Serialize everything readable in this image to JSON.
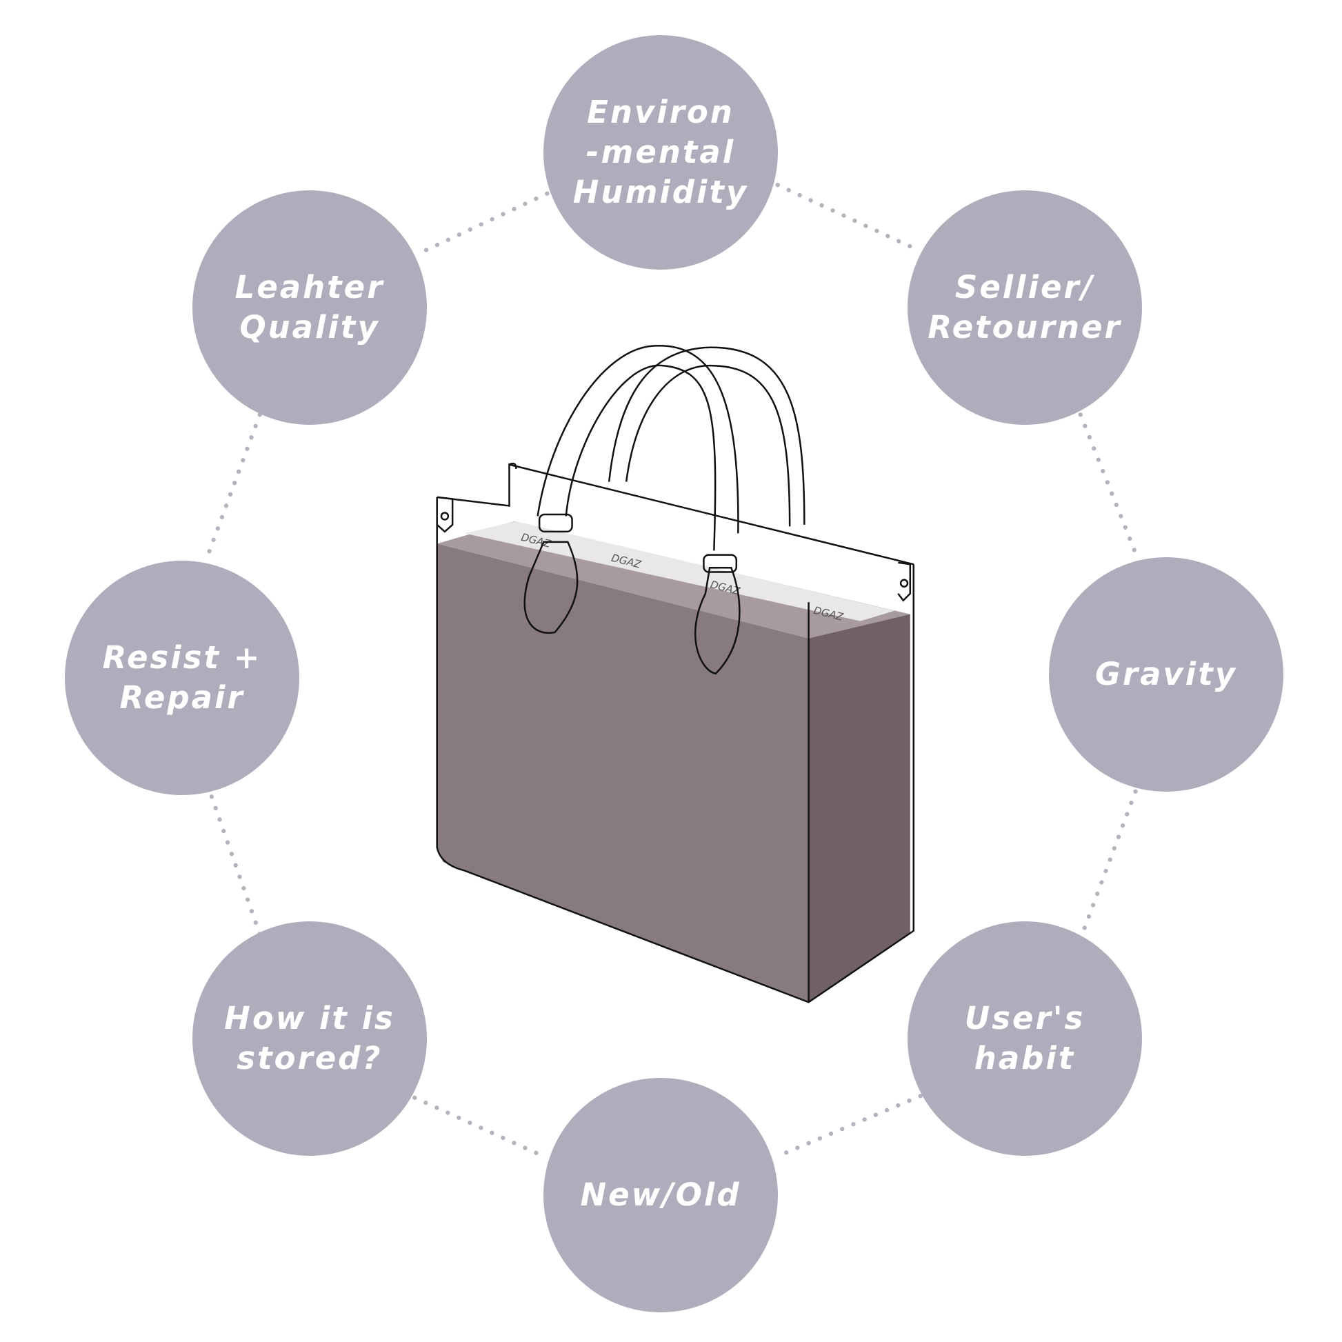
{
  "factors": [
    {
      "id": "environmental-humidity",
      "label": "Environ\n-mental\nHumidity"
    },
    {
      "id": "leather-quality",
      "label": "Leahter\nQuality"
    },
    {
      "id": "sellier-retourner",
      "label": "Sellier/\nRetourner"
    },
    {
      "id": "resist-repair",
      "label": "Resist +\nRepair"
    },
    {
      "id": "gravity",
      "label": "Gravity"
    },
    {
      "id": "how-stored",
      "label": "How it is\nstored?"
    },
    {
      "id": "users-habit",
      "label": "User's\nhabit"
    },
    {
      "id": "new-old",
      "label": "New/Old"
    }
  ],
  "bag": {
    "brand": "DGAZ"
  },
  "colors": {
    "circle": "#afadbb",
    "bag_front": "#877b7f",
    "bag_side": "#6f6165",
    "bag_top": "#a89b9e",
    "dots": "#b4b3bd"
  }
}
